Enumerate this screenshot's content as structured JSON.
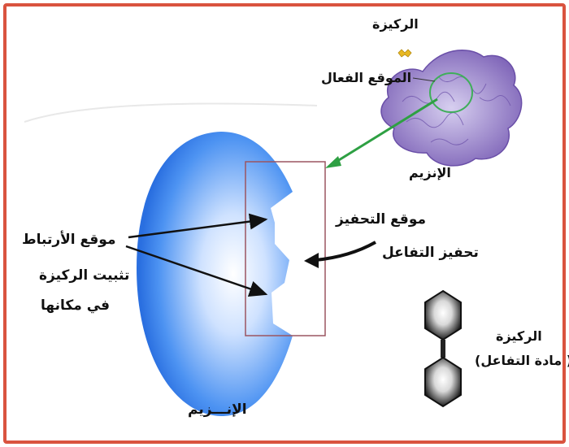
{
  "labels": {
    "substrate_top": "الركيزة",
    "active_site": "الموقع الفعال",
    "enzyme_top": "الإنزيم",
    "binding_site": "موقع الأرتباط",
    "substrate_fix_line1": "تثبيت الركيزة",
    "substrate_fix_line2": "في مكانها",
    "catalytic_site": "موقع التحفيز",
    "catalysis": "تحفيز التفاعل",
    "substrate_bottom": "الركيزة",
    "substrate_note": "( مادة التفاعل)",
    "enzyme_bottom": "الإنـــزيم"
  },
  "colors": {
    "frame_border": "#d9533f",
    "enzyme_blue": "#2f7df0",
    "protein_purple": "#8a6fc0",
    "arrow_green": "#2ea043",
    "site_box": "#9b5560",
    "substrate_dark": "#222222"
  }
}
